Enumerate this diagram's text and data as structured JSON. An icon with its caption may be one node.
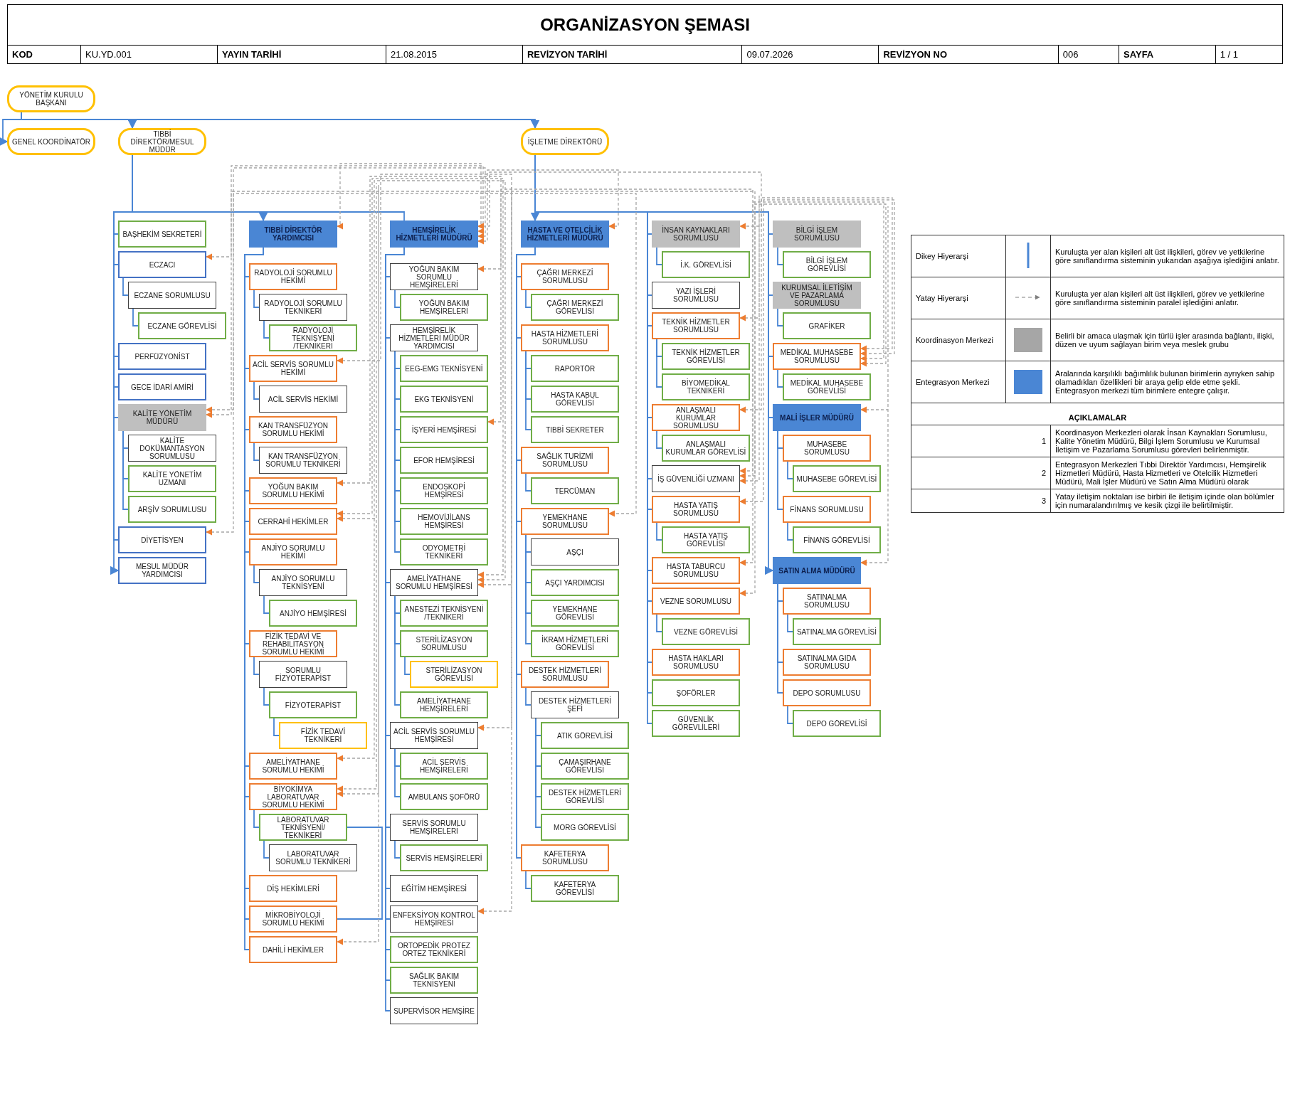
{
  "diagram": {
    "title": "ORGANİZASYON ŞEMASI",
    "nodes": [
      {
        "text": [
          "YÖNETİM KURULU BAŞKANI"
        ]
      },
      {
        "text": [
          "GENEL KOORDİNATÖR"
        ]
      },
      {
        "text": [
          "TIBBİ DİREKTÖR/MESUL MÜDÜR"
        ]
      },
      {
        "text": [
          "İŞLETME DİREKTÖRÜ"
        ]
      },
      {
        "text": [
          "BAŞHEKİM SEKRETERİ"
        ]
      },
      {
        "text": [
          "TIBBİ DİREKTÖR YARDIMCISI"
        ]
      },
      {
        "text": [
          "RADYOLOJİ SORUMLU HEKİMİ"
        ]
      },
      {
        "text": [
          "RADYOLOJİ SORUMLU TEKNİKERİ"
        ]
      },
      {
        "text": [
          "RADYOLOJİ TEKNİSYENİ /TEKNİKERİ"
        ]
      },
      {
        "text": [
          "ACİL SERVİS SORUMLU HEKİMİ"
        ]
      },
      {
        "text": [
          "ACİL SERVİS HEKİMİ"
        ]
      },
      {
        "text": [
          "KAN TRANSFÜZYON SORUMLU HEKİMİ"
        ]
      },
      {
        "text": [
          "KAN TRANSFÜZYON SORUMLU TEKNİKERİ"
        ]
      },
      {
        "text": [
          "YOĞUN BAKIM SORUMLU HEKİMİ"
        ]
      },
      {
        "text": [
          "CERRAHİ HEKİMLER"
        ]
      },
      {
        "text": [
          "ANJİYO SORUMLU HEKİMİ"
        ]
      },
      {
        "text": [
          "ANJİYO SORUMLU TEKNİSYENİ"
        ]
      },
      {
        "text": [
          "ANJİYO HEMŞİRESİ"
        ]
      },
      {
        "text": [
          "FİZİK TEDAVİ VE REHABİLİTASYON SORUMLU HEKİMİ"
        ]
      },
      {
        "text": [
          "SORUMLU FİZYOTERAPİST"
        ]
      },
      {
        "text": [
          "FİZYOTERAPİST"
        ]
      },
      {
        "text": [
          "FİZİK TEDAVİ TEKNİKERİ"
        ]
      },
      {
        "text": [
          "AMELİYATHANE SORUMLU HEKİMİ"
        ]
      },
      {
        "text": [
          "BİYOKİMYA LABORATUVAR SORUMLU HEKİMİ"
        ]
      },
      {
        "text": [
          "DİŞ HEKİMLERİ"
        ]
      },
      {
        "text": [
          "MİKROBİYOLOJİ SORUMLU HEKİMİ"
        ]
      },
      {
        "text": [
          "LABORATUVAR TEKNİSYENİ/ TEKNİKERİ"
        ]
      },
      {
        "text": [
          "LABORATUVAR SORUMLU TEKNİKERİ"
        ]
      },
      {
        "text": [
          "DAHİLİ HEKİMLER"
        ]
      },
      {
        "text": [
          "ECZACI"
        ]
      },
      {
        "text": [
          "ECZANE SORUMLUSU"
        ]
      },
      {
        "text": [
          "ECZANE GÖREVLİSİ"
        ]
      },
      {
        "text": [
          "HEMŞİRELİK HİZMETLERİ MÜDÜRÜ"
        ]
      },
      {
        "text": [
          "YOĞUN BAKIM SORUMLU HEMŞİRELERİ"
        ]
      },
      {
        "text": [
          "YOĞUN BAKIM HEMŞİRELERİ"
        ]
      },
      {
        "text": [
          "HEMŞİRELİK HİZMETLERİ MÜDÜR YARDIMCISI"
        ]
      },
      {
        "text": [
          "AMELİYATHANE SORUMLU HEMŞİRESİ"
        ]
      },
      {
        "text": [
          "ANESTEZİ TEKNİSYENİ /TEKNİKERİ"
        ]
      },
      {
        "text": [
          "STERİLİZASYON SORUMLUSU"
        ]
      },
      {
        "text": [
          "STERİLİZASYON GÖREVLİSİ"
        ]
      },
      {
        "text": [
          "AMELİYATHANE HEMŞİRELERİ"
        ]
      },
      {
        "text": [
          "ACİL SERVİS SORUMLU HEMŞİRESİ"
        ]
      },
      {
        "text": [
          "ACİL SERVİS HEMŞİRELERİ"
        ]
      },
      {
        "text": [
          "AMBULANS ŞOFÖRÜ"
        ]
      },
      {
        "text": [
          "SERVİS SORUMLU HEMŞİRELERİ"
        ]
      },
      {
        "text": [
          "SERVİS HEMŞİRELERİ"
        ]
      },
      {
        "text": [
          "EEG-EMG TEKNİSYENİ"
        ]
      },
      {
        "text": [
          "EKG TEKNİSYENİ"
        ]
      },
      {
        "text": [
          "İŞYERİ HEMŞİRESİ"
        ]
      },
      {
        "text": [
          "EFOR HEMŞİRESİ"
        ]
      },
      {
        "text": [
          "ENDOSKOPİ HEMŞİRESİ"
        ]
      },
      {
        "text": [
          "HEMOVİJİLANS HEMŞİRESİ"
        ]
      },
      {
        "text": [
          "ODYOMETRİ TEKNİKERİ"
        ]
      },
      {
        "text": [
          "EĞİTİM HEMŞİRESİ"
        ]
      },
      {
        "text": [
          "ENFEKSİYON KONTROL HEMŞİRESİ"
        ]
      },
      {
        "text": [
          "ORTOPEDİK PROTEZ ORTEZ TEKNİKERİ"
        ]
      },
      {
        "text": [
          "SAĞLIK BAKIM TEKNİSYENİ"
        ]
      },
      {
        "text": [
          "SUPERVİSOR HEMŞİRE"
        ]
      },
      {
        "text": [
          "PERFÜZYONİST"
        ]
      },
      {
        "text": [
          "GECE İDARİ AMİRİ"
        ]
      },
      {
        "text": [
          "KALİTE YÖNETİM MÜDÜRÜ"
        ]
      },
      {
        "text": [
          "KALİTE DOKÜMANTASYON SORUMLUSU"
        ]
      },
      {
        "text": [
          "KALİTE YÖNETİM UZMANI"
        ]
      },
      {
        "text": [
          "ARŞİV SORUMLUSU"
        ]
      },
      {
        "text": [
          "DİYETİSYEN"
        ]
      },
      {
        "text": [
          "MESUL MÜDÜR YARDIMCISI"
        ]
      },
      {
        "text": [
          "HASTA VE OTELCİLİK HİZMETLERİ MÜDÜRÜ"
        ]
      },
      {
        "text": [
          "İNSAN KAYNAKLARI SORUMLUSU"
        ]
      },
      {
        "text": [
          "İ.K. GÖREVLİSİ"
        ]
      },
      {
        "text": [
          "YAZI İŞLERİ SORUMLUSU"
        ]
      },
      {
        "text": [
          "TEKNİK HİZMETLER SORUMLUSU"
        ]
      },
      {
        "text": [
          "TEKNİK HİZMETLER GÖREVLİSİ"
        ]
      },
      {
        "text": [
          "BİYOMEDİKAL TEKNİKERİ"
        ]
      },
      {
        "text": [
          "ANLAŞMALI KURUMLAR SORUMLUSU"
        ]
      },
      {
        "text": [
          "ANLAŞMALI KURUMLAR GÖREVLİSİ"
        ]
      },
      {
        "text": [
          "İŞ GÜVENLİĞİ UZMANI"
        ]
      },
      {
        "text": [
          "HASTA YATIŞ SORUMLUSU"
        ]
      },
      {
        "text": [
          "HASTA YATIŞ GÖREVLİSİ"
        ]
      },
      {
        "text": [
          "HASTA TABURCU SORUMLUSU"
        ]
      },
      {
        "text": [
          "VEZNE SORUMLUSU"
        ]
      },
      {
        "text": [
          "VEZNE GÖREVLİSİ"
        ]
      },
      {
        "text": [
          "HASTA HAKLARI SORUMLUSU"
        ]
      },
      {
        "text": [
          "ŞOFÖRLER"
        ]
      },
      {
        "text": [
          "GÜVENLİK GÖREVLİLERİ"
        ]
      },
      {
        "text": [
          "BİLGİ İŞLEM SORUMLUSU"
        ]
      },
      {
        "text": [
          "BİLGİ İŞLEM GÖREVLİSİ"
        ]
      },
      {
        "text": [
          "KURUMSAL İLETİŞİM VE PAZARLAMA SORUMLUSU"
        ]
      },
      {
        "text": [
          "GRAFİKER"
        ]
      },
      {
        "text": [
          "MEDİKAL MUHASEBE SORUMLUSU"
        ]
      },
      {
        "text": [
          "MEDİKAL MUHASEBE GÖREVLİSİ"
        ]
      },
      {
        "text": [
          "MALİ İŞLER MÜDÜRÜ"
        ]
      },
      {
        "text": [
          "MUHASEBE SORUMLUSU"
        ]
      },
      {
        "text": [
          "MUHASEBE GÖREVLİSİ"
        ]
      },
      {
        "text": [
          "FİNANS SORUMLUSU"
        ]
      },
      {
        "text": [
          "FİNANS GÖREVLİSİ"
        ]
      },
      {
        "text": [
          "SATIN ALMA MÜDÜRÜ"
        ]
      },
      {
        "text": [
          "SATINALMA SORUMLUSU"
        ]
      },
      {
        "text": [
          "SATINALMA GIDA SORUMLUSU"
        ]
      },
      {
        "text": [
          "DEPO SORUMLUSU"
        ]
      },
      {
        "text": [
          "SATINALMA GÖREVLİSİ"
        ]
      },
      {
        "text": [
          "DEPO GÖREVLİSİ"
        ]
      },
      {
        "text": [
          "ÇAĞRI MERKEZİ SORUMLUSU"
        ]
      },
      {
        "text": [
          "ÇAĞRI MERKEZİ GÖREVLİSİ"
        ]
      },
      {
        "text": [
          "HASTA HİZMETLERİ SORUMLUSU"
        ]
      },
      {
        "text": [
          "RAPORTÖR"
        ]
      },
      {
        "text": [
          "HASTA KABUL GÖREVLİSİ"
        ]
      },
      {
        "text": [
          "TIBBİ SEKRETER"
        ]
      },
      {
        "text": [
          "SAĞLIK TURİZMİ SORUMLUSU"
        ]
      },
      {
        "text": [
          "TERCÜMAN"
        ]
      },
      {
        "text": [
          "YEMEKHANE SORUMLUSU"
        ]
      },
      {
        "text": [
          "AŞÇI"
        ]
      },
      {
        "text": [
          "AŞÇI YARDIMCISI"
        ]
      },
      {
        "text": [
          "YEMEKHANE GÖREVLİSİ"
        ]
      },
      {
        "text": [
          "İKRAM HİZMETLERİ GÖREVLİSİ"
        ]
      },
      {
        "text": [
          "DESTEK HİZMETLERİ SORUMLUSU"
        ]
      },
      {
        "text": [
          "DESTEK HİZMETLERİ ŞEFİ"
        ]
      },
      {
        "text": [
          "ATIK GÖREVLİSİ"
        ]
      },
      {
        "text": [
          "ÇAMAŞIRHANE GÖREVLİSİ"
        ]
      },
      {
        "text": [
          "DESTEK HİZMETLERİ GÖREVLİSİ"
        ]
      },
      {
        "text": [
          "MORG GÖREVLİSİ"
        ]
      },
      {
        "text": [
          "KAFETERYA SORUMLUSU"
        ]
      },
      {
        "text": [
          "KAFETERYA GÖREVLİSİ"
        ]
      }
    ],
    "edges": [
      {
        "from": 0,
        "to": 1,
        "arrow": "to"
      },
      {
        "from": 0,
        "to": 2,
        "arrow": "to"
      },
      {
        "from": 0,
        "to": 3,
        "arrow": "to"
      },
      {
        "from": 2,
        "to": 4,
        "arrow": "none"
      },
      {
        "from": 2,
        "to": 5,
        "arrow": "to"
      },
      {
        "from": 5,
        "to": 6,
        "arrow": "none"
      },
      {
        "from": 6,
        "to": 7,
        "arrow": "none"
      },
      {
        "from": 7,
        "to": 8,
        "arrow": "none"
      },
      {
        "from": 5,
        "to": 9,
        "arrow": "none"
      },
      {
        "from": 9,
        "to": 10,
        "arrow": "none"
      },
      {
        "from": 5,
        "to": 11,
        "arrow": "none"
      },
      {
        "from": 11,
        "to": 12,
        "arrow": "none"
      },
      {
        "from": 5,
        "to": 13,
        "arrow": "none"
      },
      {
        "from": 5,
        "to": 14,
        "arrow": "none"
      },
      {
        "from": 5,
        "to": 15,
        "arrow": "none"
      },
      {
        "from": 15,
        "to": 16,
        "arrow": "none"
      },
      {
        "from": 16,
        "to": 17,
        "arrow": "none"
      },
      {
        "from": 5,
        "to": 18,
        "arrow": "none"
      },
      {
        "from": 18,
        "to": 19,
        "arrow": "none"
      },
      {
        "from": 19,
        "to": 20,
        "arrow": "none"
      },
      {
        "from": 20,
        "to": 21,
        "arrow": "none"
      },
      {
        "from": 5,
        "to": 22,
        "arrow": "none"
      },
      {
        "from": 5,
        "to": 23,
        "arrow": "none"
      },
      {
        "from": 5,
        "to": 24,
        "arrow": "none"
      },
      {
        "from": 5,
        "to": 25,
        "arrow": "none"
      },
      {
        "from": 23,
        "to": 26,
        "arrow": "none"
      },
      {
        "from": 25,
        "to": 26,
        "arrow": "none"
      },
      {
        "from": 26,
        "to": 27,
        "arrow": "none"
      },
      {
        "from": 5,
        "to": 28,
        "arrow": "none"
      },
      {
        "from": 2,
        "to": 29,
        "arrow": "none"
      },
      {
        "from": 29,
        "to": 30,
        "arrow": "none"
      },
      {
        "from": 30,
        "to": 31,
        "arrow": "none"
      },
      {
        "from": 2,
        "to": 32,
        "arrow": "none"
      },
      {
        "from": 32,
        "to": 33,
        "arrow": "none"
      },
      {
        "from": 33,
        "to": 34,
        "arrow": "none"
      },
      {
        "from": 32,
        "to": 35,
        "arrow": "none"
      },
      {
        "from": 32,
        "to": 36,
        "arrow": "none"
      },
      {
        "from": 36,
        "to": 37,
        "arrow": "none"
      },
      {
        "from": 36,
        "to": 38,
        "arrow": "none"
      },
      {
        "from": 38,
        "to": 39,
        "arrow": "none"
      },
      {
        "from": 36,
        "to": 40,
        "arrow": "none"
      },
      {
        "from": 32,
        "to": 41,
        "arrow": "none"
      },
      {
        "from": 41,
        "to": 42,
        "arrow": "none"
      },
      {
        "from": 41,
        "to": 43,
        "arrow": "none"
      },
      {
        "from": 32,
        "to": 44,
        "arrow": "none"
      },
      {
        "from": 44,
        "to": 45,
        "arrow": "none"
      },
      {
        "from": 35,
        "to": 46,
        "arrow": "none"
      },
      {
        "from": 35,
        "to": 47,
        "arrow": "none"
      },
      {
        "from": 35,
        "to": 48,
        "arrow": "none"
      },
      {
        "from": 35,
        "to": 49,
        "arrow": "none"
      },
      {
        "from": 35,
        "to": 50,
        "arrow": "none"
      },
      {
        "from": 35,
        "to": 51,
        "arrow": "none"
      },
      {
        "from": 35,
        "to": 52,
        "arrow": "none"
      },
      {
        "from": 32,
        "to": 53,
        "arrow": "none"
      },
      {
        "from": 32,
        "to": 54,
        "arrow": "none"
      },
      {
        "from": 32,
        "to": 55,
        "arrow": "none"
      },
      {
        "from": 32,
        "to": 56,
        "arrow": "none"
      },
      {
        "from": 32,
        "to": 57,
        "arrow": "none"
      },
      {
        "from": 2,
        "to": 58,
        "arrow": "none"
      },
      {
        "from": 2,
        "to": 59,
        "arrow": "none"
      },
      {
        "from": 2,
        "to": 60,
        "arrow": "none"
      },
      {
        "from": 60,
        "to": 61,
        "arrow": "none"
      },
      {
        "from": 60,
        "to": 62,
        "arrow": "none"
      },
      {
        "from": 60,
        "to": 63,
        "arrow": "none"
      },
      {
        "from": 2,
        "to": 64,
        "arrow": "none"
      },
      {
        "from": 2,
        "to": 65,
        "arrow": "to"
      },
      {
        "from": 3,
        "to": 66,
        "arrow": "to"
      },
      {
        "from": 3,
        "to": 67,
        "arrow": "none"
      },
      {
        "from": 67,
        "to": 68,
        "arrow": "none"
      },
      {
        "from": 3,
        "to": 69,
        "arrow": "none"
      },
      {
        "from": 3,
        "to": 70,
        "arrow": "none"
      },
      {
        "from": 70,
        "to": 71,
        "arrow": "none"
      },
      {
        "from": 70,
        "to": 72,
        "arrow": "none"
      },
      {
        "from": 3,
        "to": 73,
        "arrow": "none"
      },
      {
        "from": 73,
        "to": 74,
        "arrow": "none"
      },
      {
        "from": 3,
        "to": 75,
        "arrow": "none"
      },
      {
        "from": 3,
        "to": 76,
        "arrow": "none"
      },
      {
        "from": 76,
        "to": 77,
        "arrow": "none"
      },
      {
        "from": 3,
        "to": 78,
        "arrow": "none"
      },
      {
        "from": 3,
        "to": 79,
        "arrow": "none"
      },
      {
        "from": 79,
        "to": 80,
        "arrow": "none"
      },
      {
        "from": 3,
        "to": 81,
        "arrow": "none"
      },
      {
        "from": 3,
        "to": 82,
        "arrow": "none"
      },
      {
        "from": 3,
        "to": 83,
        "arrow": "none"
      },
      {
        "from": 3,
        "to": 84,
        "arrow": "none"
      },
      {
        "from": 84,
        "to": 85,
        "arrow": "none"
      },
      {
        "from": 3,
        "to": 86,
        "arrow": "none"
      },
      {
        "from": 86,
        "to": 87,
        "arrow": "none"
      },
      {
        "from": 3,
        "to": 88,
        "arrow": "none"
      },
      {
        "from": 88,
        "to": 89,
        "arrow": "none"
      },
      {
        "from": 3,
        "to": 90,
        "arrow": "none"
      },
      {
        "from": 90,
        "to": 91,
        "arrow": "none"
      },
      {
        "from": 91,
        "to": 92,
        "arrow": "none"
      },
      {
        "from": 90,
        "to": 93,
        "arrow": "none"
      },
      {
        "from": 93,
        "to": 94,
        "arrow": "none"
      },
      {
        "from": 3,
        "to": 95,
        "arrow": "to"
      },
      {
        "from": 95,
        "to": 96,
        "arrow": "none"
      },
      {
        "from": 95,
        "to": 97,
        "arrow": "none"
      },
      {
        "from": 95,
        "to": 98,
        "arrow": "none"
      },
      {
        "from": 96,
        "to": 99,
        "arrow": "none"
      },
      {
        "from": 98,
        "to": 100,
        "arrow": "none"
      },
      {
        "from": 66,
        "to": 101,
        "arrow": "none"
      },
      {
        "from": 101,
        "to": 102,
        "arrow": "none"
      },
      {
        "from": 66,
        "to": 103,
        "arrow": "none"
      },
      {
        "from": 103,
        "to": 104,
        "arrow": "none"
      },
      {
        "from": 103,
        "to": 105,
        "arrow": "none"
      },
      {
        "from": 103,
        "to": 106,
        "arrow": "none"
      },
      {
        "from": 66,
        "to": 107,
        "arrow": "none"
      },
      {
        "from": 107,
        "to": 108,
        "arrow": "none"
      },
      {
        "from": 66,
        "to": 109,
        "arrow": "none"
      },
      {
        "from": 109,
        "to": 110,
        "arrow": "none"
      },
      {
        "from": 109,
        "to": 111,
        "arrow": "none"
      },
      {
        "from": 109,
        "to": 112,
        "arrow": "none"
      },
      {
        "from": 109,
        "to": 113,
        "arrow": "none"
      },
      {
        "from": 66,
        "to": 114,
        "arrow": "none"
      },
      {
        "from": 114,
        "to": 115,
        "arrow": "none"
      },
      {
        "from": 115,
        "to": 116,
        "arrow": "none"
      },
      {
        "from": 115,
        "to": 117,
        "arrow": "none"
      },
      {
        "from": 115,
        "to": 118,
        "arrow": "none"
      },
      {
        "from": 115,
        "to": 119,
        "arrow": "none"
      },
      {
        "from": 66,
        "to": 120,
        "arrow": "none"
      },
      {
        "from": 120,
        "to": 121,
        "arrow": "none"
      },
      {
        "from": 5,
        "to": 32,
        "arrow": "both",
        "style": "dashed",
        "color": "#a6a6a6"
      },
      {
        "from": 29,
        "to": 32,
        "arrow": "both",
        "style": "dashed",
        "color": "#a6a6a6"
      },
      {
        "from": 32,
        "to": 60,
        "arrow": "both",
        "style": "dashed",
        "color": "#a6a6a6"
      },
      {
        "from": 32,
        "to": 66,
        "arrow": "both",
        "style": "dashed",
        "color": "#a6a6a6"
      },
      {
        "from": 32,
        "to": 67,
        "arrow": "both",
        "style": "dashed",
        "color": "#a6a6a6"
      },
      {
        "from": 9,
        "to": 41,
        "arrow": "both",
        "style": "dashed",
        "color": "#a6a6a6"
      },
      {
        "from": 13,
        "to": 33,
        "arrow": "both",
        "style": "dashed",
        "color": "#a6a6a6"
      },
      {
        "from": 14,
        "to": 36,
        "arrow": "both",
        "style": "dashed",
        "color": "#a6a6a6"
      },
      {
        "from": 22,
        "to": 36,
        "arrow": "both",
        "style": "dashed",
        "color": "#a6a6a6"
      },
      {
        "from": 14,
        "to": 23,
        "arrow": "both",
        "style": "dashed",
        "color": "#a6a6a6"
      },
      {
        "from": 23,
        "to": 28,
        "arrow": "both",
        "style": "dashed",
        "color": "#a6a6a6"
      },
      {
        "from": 36,
        "to": 54,
        "arrow": "both",
        "style": "dashed",
        "color": "#a6a6a6"
      },
      {
        "from": 48,
        "to": 75,
        "arrow": "both",
        "style": "dashed",
        "color": "#a6a6a6"
      },
      {
        "from": 60,
        "to": 75,
        "arrow": "both",
        "style": "dashed",
        "color": "#a6a6a6"
      },
      {
        "from": 64,
        "to": 109,
        "arrow": "both",
        "style": "dashed",
        "color": "#a6a6a6"
      },
      {
        "from": 70,
        "to": 75,
        "arrow": "both",
        "style": "dashed",
        "color": "#a6a6a6"
      },
      {
        "from": 73,
        "to": 88,
        "arrow": "both",
        "style": "dashed",
        "color": "#a6a6a6"
      },
      {
        "from": 76,
        "to": 88,
        "arrow": "both",
        "style": "dashed",
        "color": "#a6a6a6"
      },
      {
        "from": 78,
        "to": 88,
        "arrow": "both",
        "style": "dashed",
        "color": "#a6a6a6"
      },
      {
        "from": 79,
        "to": 88,
        "arrow": "both",
        "style": "dashed",
        "color": "#a6a6a6"
      },
      {
        "from": 90,
        "to": 95,
        "arrow": "both",
        "style": "dashed",
        "color": "#a6a6a6"
      }
    ],
    "labels": [
      "KOD",
      "KU.YD.001",
      "YAYIN TARİHİ",
      "21.08.2015",
      "REVİZYON TARİHİ",
      "09.07.2026",
      "REVİZYON NO",
      "006",
      "SAYFA",
      "1 / 1",
      "Kuruluşta yer alan kişileri alt üst ilişkileri, görev ve yetkilerine göre sınıflandırma sisteminin yukarıdan aşağıya işlediğini anlatır.",
      "Kuruluşta yer alan kişileri alt üst ilişkileri, görev ve yetkilerine göre sınıflandırma sisteminin paralel işlediğini anlatır.",
      "Belirli bir amaca ulaşmak için türlü işler arasında bağlantı, ilişki, düzen ve uyum sağlayan birim veya meslek grubu",
      "Aralarında karşılıklı bağımlılık bulunan birimlerin ayrıyken sahip olamadıkları özellikleri bir araya gelip elde etme şekli. Entegrasyon merkezi tüm birimlere entegre çalışır.",
      "AÇIKLAMALAR",
      "1",
      "Koordinasyon Merkezleri olarak İnsan Kaynakları Sorumlusu, Kalite Yönetim Müdürü, Bilgi İşlem Sorumlusu ve Kurumsal İletişim ve Pazarlama Sorumlusu görevleri belirlenmiştir.",
      "2",
      "Entegrasyon Merkezleri Tıbbi Direktör Yardımcısı, Hemşirelik Hizmetleri Müdürü, Hasta Hizmetleri ve Otelcilik Hizmetleri Müdürü, Mali İşler Müdürü ve Satın Alma Müdürü olarak",
      "3",
      "Yatay iletişim noktaları ise birbiri ile iletişim içinde olan bölümler için numaralandırılmış ve kesik çizgi ile belirtilmiştir."
    ],
    "legend": [
      {
        "text": "Dikey Hiyerarşi"
      },
      {
        "text": "Yatay Hiyerarşi"
      },
      {
        "text": "Koordinasyon Merkezi",
        "color": "#a6a6a6"
      },
      {
        "text": "Entegrasyon Merkezi",
        "color": "#4a86d4"
      }
    ]
  }
}
